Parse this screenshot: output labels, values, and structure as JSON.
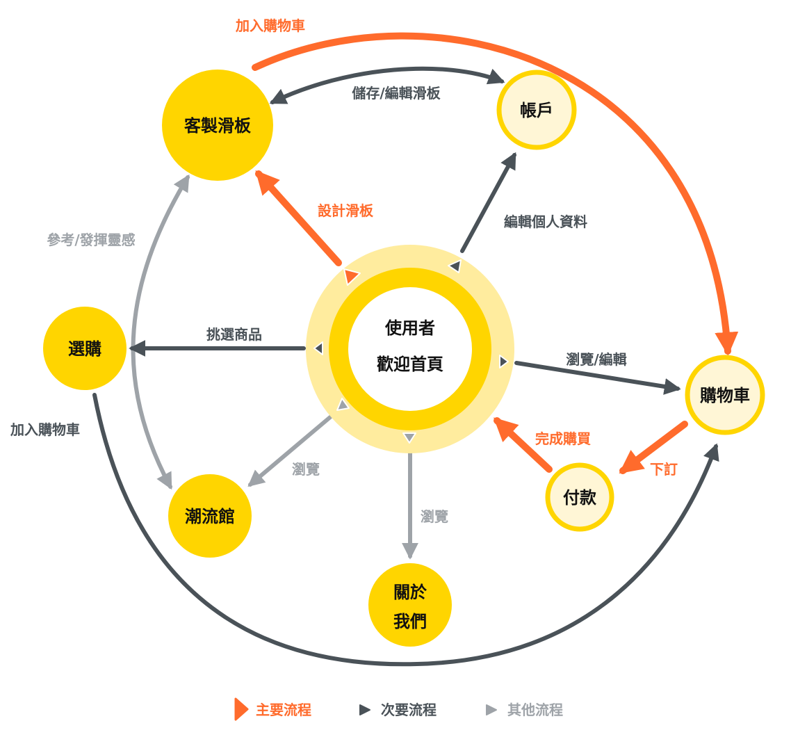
{
  "colors": {
    "primary": "#FF6B2C",
    "secondary": "#4A5258",
    "other": "#9EA3A8",
    "node_fill": "#FFD500",
    "node_light_fill": "#FFF6D6",
    "halo": "#FFEC9E",
    "text": "#111111"
  },
  "nodes": {
    "center": {
      "line1": "使用者",
      "line2": "歡迎首頁"
    },
    "custom_board": {
      "label": "客製滑板"
    },
    "account": {
      "label": "帳戶"
    },
    "shop": {
      "label": "選購"
    },
    "cart": {
      "label": "購物車"
    },
    "trend": {
      "label": "潮流館"
    },
    "about": {
      "line1": "關於",
      "line2": "我們"
    },
    "payment": {
      "label": "付款"
    }
  },
  "edges": {
    "add_to_cart_top": "加入購物車",
    "save_edit_board": "儲存/編輯滑板",
    "design_board": "設計滑板",
    "edit_profile": "編輯個人資料",
    "reference_inspire": "參考/發揮靈感",
    "pick_products": "挑選商品",
    "browse_edit": "瀏覽/編輯",
    "add_to_cart_bottom": "加入購物車",
    "browse_trend": "瀏覽",
    "browse_about": "瀏覽",
    "complete_purchase": "完成購買",
    "place_order": "下訂"
  },
  "legend": {
    "primary": "主要流程",
    "secondary": "次要流程",
    "other": "其他流程"
  }
}
